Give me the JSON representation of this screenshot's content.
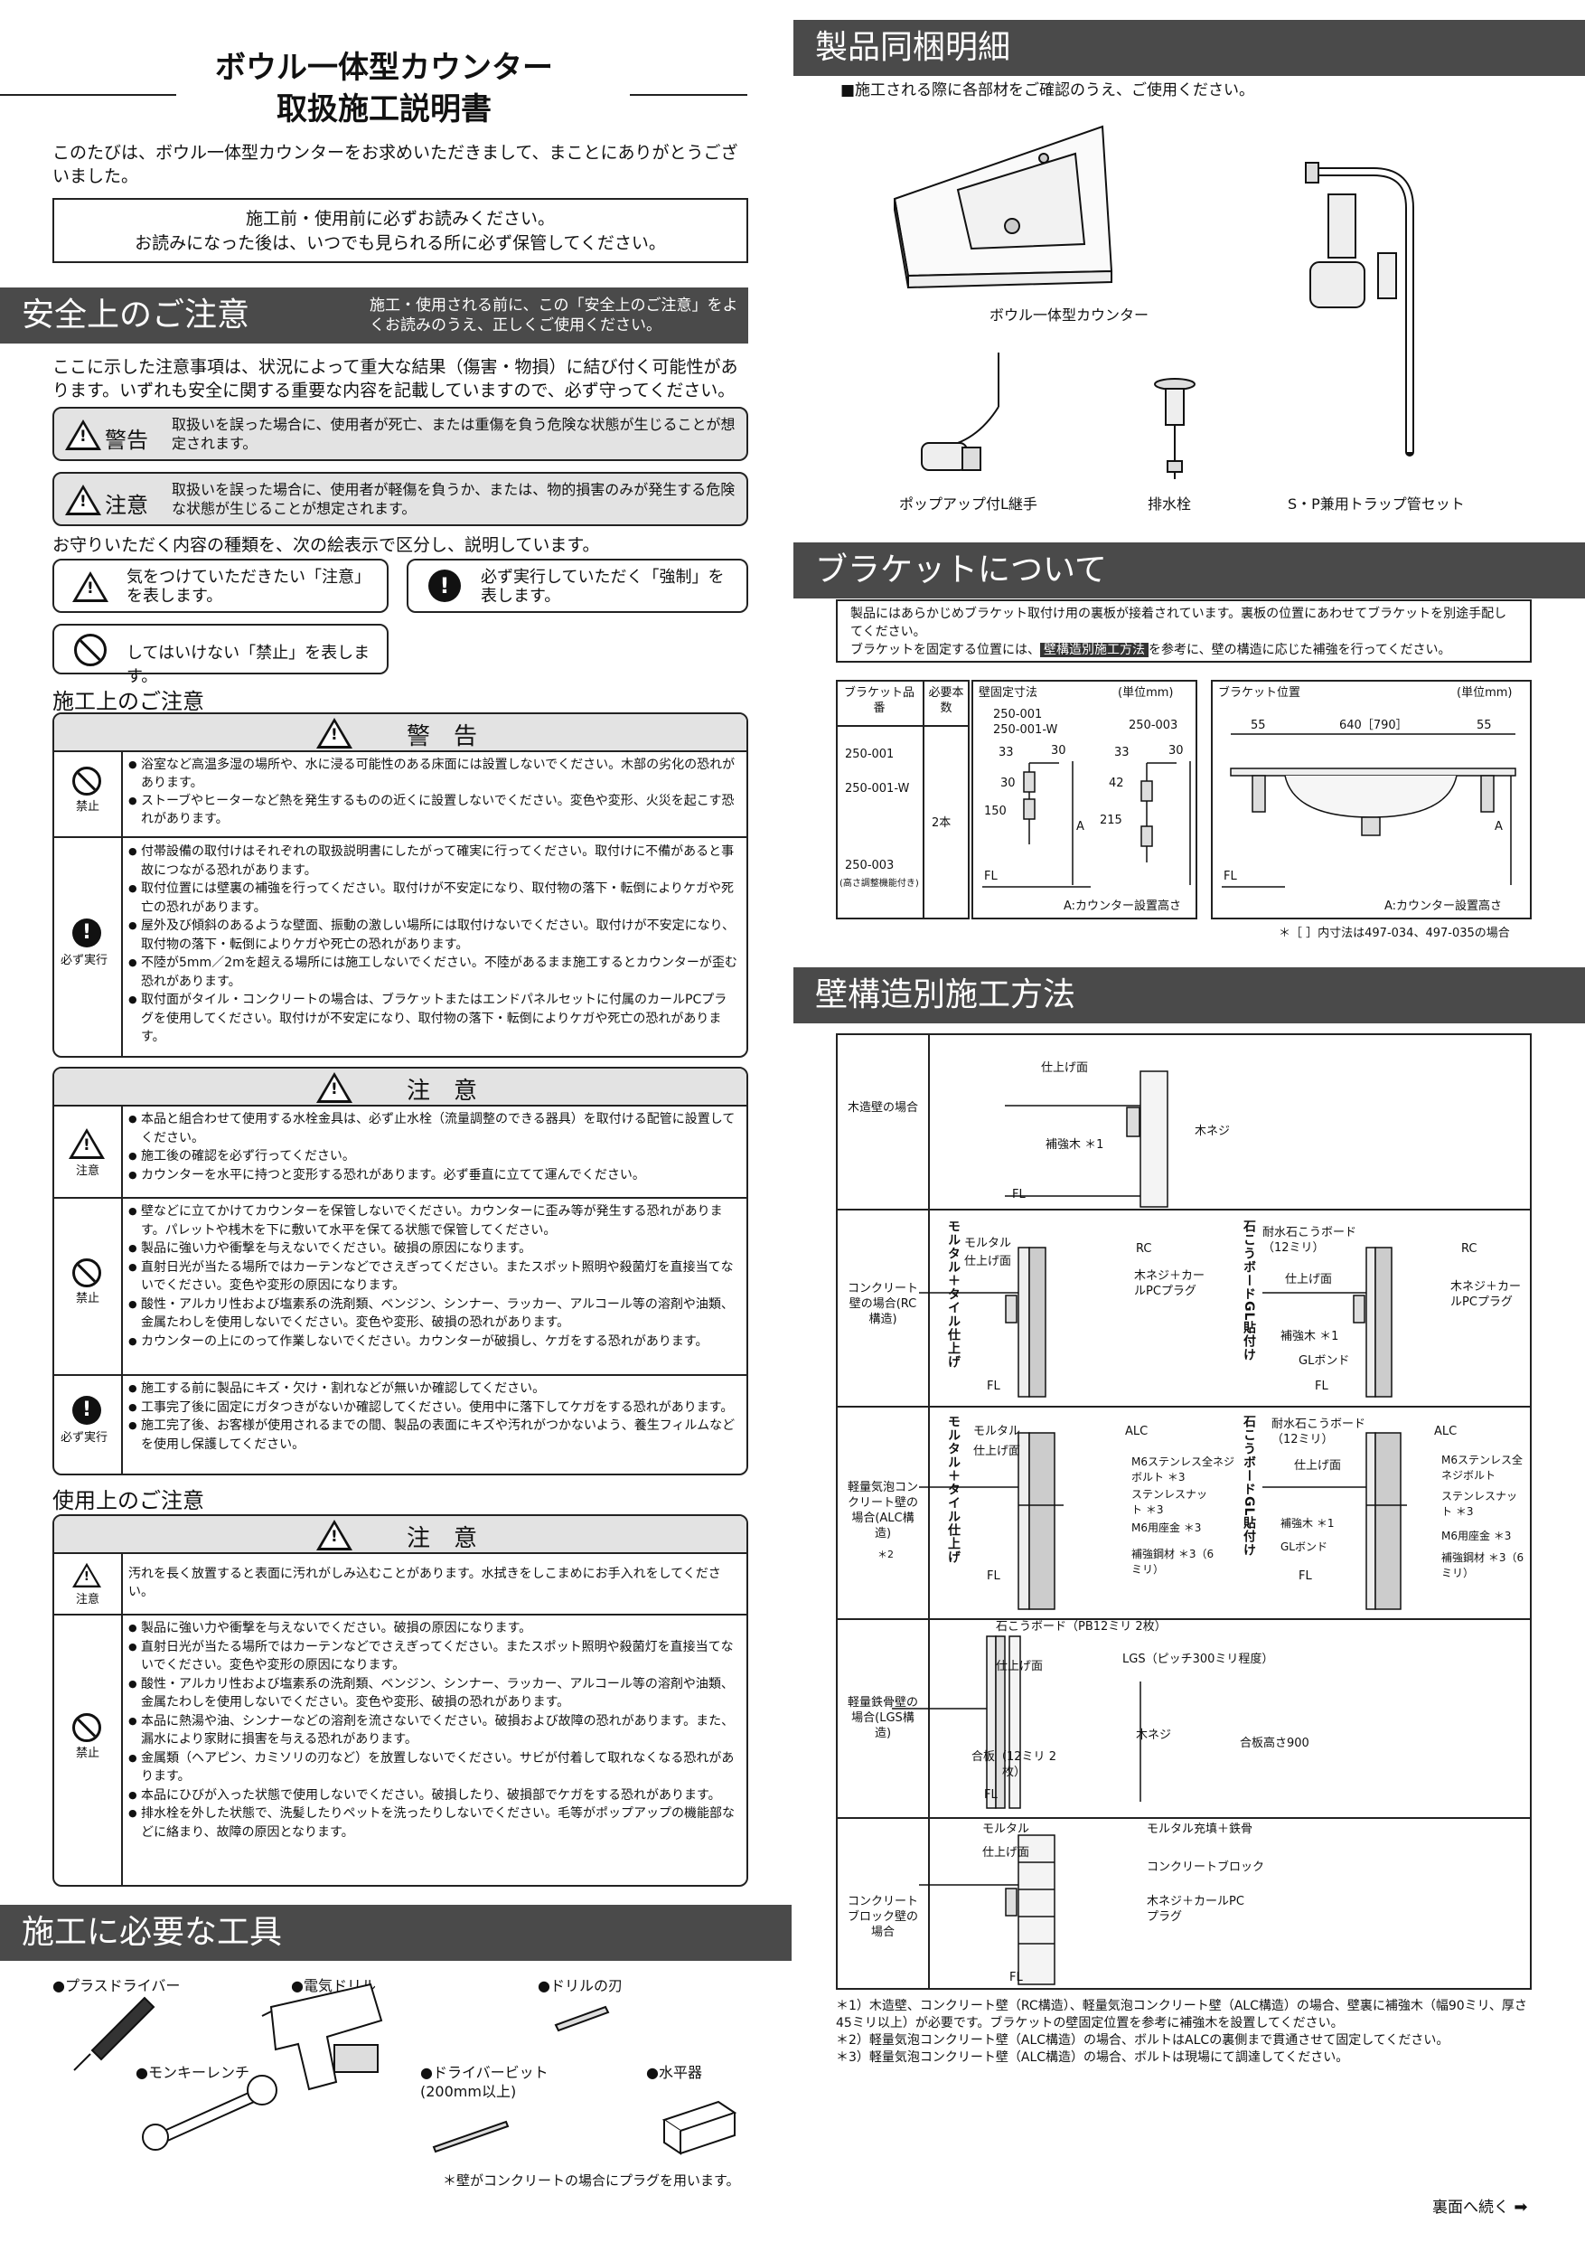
{
  "title": {
    "line1": "ボウル一体型カウンター",
    "line2": "取扱施工説明書"
  },
  "intro": "このたびは、ボウル一体型カウンターをお求めいただきまして、まことにありがとうございました。",
  "notice": {
    "line1": "施工前・使用前に必ずお読みください。",
    "line2": "お読みになった後は、いつでも見られる所に必ず保管してください。"
  },
  "safety": {
    "heading": "安全上のご注意",
    "sub": "施工・使用される前に、この「安全上のご注意」をよくお読みのうえ、正しくご使用ください。",
    "text": "ここに示した注意事項は、状況によって重大な結果（傷害・物損）に結び付く可能性があります。いずれも安全に関する重要な内容を記載していますので、必ず守ってください。",
    "warning_label": "警告",
    "warning_text": "取扱いを誤った場合に、使用者が死亡、または重傷を負う危険な状態が生じることが想定されます。",
    "caution_label": "注意",
    "caution_text": "取扱いを誤った場合に、使用者が軽傷を負うか、または、物的損害のみが発生する危険な状態が生じることが想定されます。",
    "kinds": "お守りいただく内容の種類を、次の絵表示で区分し、説明しています。",
    "sym_caution": "気をつけていただきたい「注意」を表します。",
    "sym_mandatory": "必ず実行していただく「強制」を表します。",
    "sym_prohibited": "してはいけない「禁止」を表します。"
  },
  "construction": {
    "heading": "施工上のご注意",
    "warning_title": "警　告",
    "prohibited": "禁止",
    "mandatory": "必ず実行",
    "caution_small": "注意",
    "w1": [
      "浴室など高温多湿の場所や、水に浸る可能性のある床面には設置しないでください。木部の劣化の恐れがあります。",
      "ストーブやヒーターなど熱を発生するものの近くに設置しないでください。変色や変形、火災を起こす恐れがあります。"
    ],
    "w2": [
      "付帯設備の取付けはそれぞれの取扱説明書にしたがって確実に行ってください。取付けに不備があると事故につながる恐れがあります。",
      "取付位置には壁裏の補強を行ってください。取付けが不安定になり、取付物の落下・転倒によりケガや死亡の恐れがあります。",
      "屋外及び傾斜のあるような壁面、振動の激しい場所には取付けないでください。取付けが不安定になり、取付物の落下・転倒によりケガや死亡の恐れがあります。",
      "不陸が5mm／2mを超える場所には施工しないでください。不陸があるまま施工するとカウンターが歪む恐れがあります。",
      "取付面がタイル・コンクリートの場合は、ブラケットまたはエンドパネルセットに付属のカールPCプラグを使用してください。取付けが不安定になり、取付物の落下・転倒によりケガや死亡の恐れがあります。"
    ],
    "caution_title": "注　意",
    "c1": [
      "本品と組合わせて使用する水栓金具は、必ず止水栓（流量調整のできる器具）を取付ける配管に設置してください。",
      "施工後の確認を必ず行ってください。",
      "カウンターを水平に持つと変形する恐れがあります。必ず垂直に立てて運んでください。"
    ],
    "c2": [
      "壁などに立てかけてカウンターを保管しないでください。カウンターに歪み等が発生する恐れがあります。パレットや桟木を下に敷いて水平を保てる状態で保管してください。",
      "製品に強い力や衝撃を与えないでください。破損の原因になります。",
      "直射日光が当たる場所ではカーテンなどでさえぎってください。またスポット照明や殺菌灯を直接当てないでください。変色や変形の原因になります。",
      "酸性・アルカリ性および塩素系の洗剤類、ベンジン、シンナー、ラッカー、アルコール等の溶剤や油類、金属たわしを使用しないでください。変色や変形、破損の恐れがあります。",
      "カウンターの上にのって作業しないでください。カウンターが破損し、ケガをする恐れがあります。"
    ],
    "c3": [
      "施工する前に製品にキズ・欠け・割れなどが無いか確認してください。",
      "工事完了後に固定にガタつきがないか確認してください。使用中に落下してケガをする恐れがあります。",
      "施工完了後、お客様が使用されるまでの間、製品の表面にキズや汚れがつかないよう、養生フィルムなどを使用し保護してください。"
    ]
  },
  "usage": {
    "heading": "使用上のご注意",
    "caution_title": "注　意",
    "u1": "汚れを長く放置すると表面に汚れがしみ込むことがあります。水拭きをしこまめにお手入れをしてください。",
    "u2": [
      "製品に強い力や衝撃を与えないでください。破損の原因になります。",
      "直射日光が当たる場所ではカーテンなどでさえぎってください。またスポット照明や殺菌灯を直接当てないでください。変色や変形の原因になります。",
      "酸性・アルカリ性および塩素系の洗剤類、ベンジン、シンナー、ラッカー、アルコール等の溶剤や油類、金属たわしを使用しないでください。変色や変形、破損の恐れがあります。",
      "本品に熱湯や油、シンナーなどの溶剤を流さないでください。破損および故障の恐れがあります。また、漏水により家財に損害を与える恐れがあります。",
      "金属類（ヘアピン、カミソリの刃など）を放置しないでください。サビが付着して取れなくなる恐れがあります。",
      "本品にひびが入った状態で使用しないでください。破損したり、破損部でケガをする恐れがあります。",
      "排水栓を外した状態で、洗髪したりペットを洗ったりしないでください。毛等がポップアップの機能部などに絡まり、故障の原因となります。"
    ]
  },
  "tools": {
    "heading": "施工に必要な工具",
    "items": [
      "プラスドライバー",
      "電気ドリル",
      "ドリルの刃",
      "モンキーレンチ",
      "ドライバービット",
      "水平器"
    ],
    "bit_note": "(200mm以上)",
    "footnote": "＊壁がコンクリートの場合にプラグを用います。"
  },
  "contents": {
    "heading": "製品同梱明細",
    "note": "■施工される際に各部材をご確認のうえ、ご使用ください。",
    "items": [
      "ボウル一体型カウンター",
      "ポップアップ付L継手",
      "排水栓",
      "S・P兼用トラップ管セット"
    ]
  },
  "bracket": {
    "heading": "ブラケットについて",
    "note1": "製品にはあらかじめブラケット取付け用の裏板が接着されています。裏板の位置にあわせてブラケットを別途手配してください。",
    "note2a": "ブラケットを固定する位置には、",
    "note2tag": "壁構造別施工方法",
    "note2b": "を参考に、壁の構造に応じた補強を行ってください。",
    "h_bracket": "ブラケット品番",
    "h_qty": "必要本数",
    "h_fix": "壁固定寸法",
    "unit": "(単位mm)",
    "h_pos": "ブラケット位置",
    "models": [
      "250-001",
      "250-001-W",
      "250-003"
    ],
    "model3_note": "(高さ調整機能付き)",
    "qty": "2本",
    "col1": "250-001\n250-001-W",
    "col2": "250-003",
    "dims1": [
      "33",
      "30",
      "30",
      "150"
    ],
    "dims2": [
      "33",
      "30",
      "42",
      "215"
    ],
    "A": "A",
    "FL": "FL",
    "a_label": "A:カウンター設置高さ",
    "pos_dims": [
      "55",
      "640［790］",
      "55"
    ],
    "footnote": "＊［ ］内寸法は497-034、497-035の場合"
  },
  "walls": {
    "heading": "壁構造別施工方法",
    "rows": [
      "木造壁の場合",
      "コンクリート壁の場合(RC構造)",
      "軽量気泡コンクリート壁の場合(ALC構造)",
      "軽量鉄骨壁の場合(LGS構造)",
      "コンクリートブロック壁の場合"
    ],
    "alc_mark": "＊2",
    "wood": {
      "finish": "仕上げ面",
      "screw": "木ネジ",
      "reinf": "補強木 ＊1",
      "fl": "FL"
    },
    "rc": {
      "vt1": "モルタル＋タイル仕上げ",
      "mortar": "モルタル",
      "finish": "仕上げ面",
      "rc": "RC",
      "screw": "木ネジ＋カールPCプラグ",
      "vt2": "石こうボードGL貼付け",
      "board": "耐水石こうボード（12ミリ）",
      "finish2": "仕上げ面",
      "rc2": "RC",
      "screw2": "木ネジ＋カールPCプラグ",
      "reinf": "補強木 ＊1",
      "gl": "GLボンド",
      "fl": "FL"
    },
    "alc": {
      "vt1": "モルタル＋タイル仕上げ",
      "mortar": "モルタル",
      "finish": "仕上げ面",
      "alc": "ALC",
      "bolt": "M6ステンレス全ネジボルト ＊3",
      "nut": "ステンレスナット ＊3",
      "washer": "M6用座金 ＊3",
      "plate": "補強鋼材 ＊3（6ミリ）",
      "vt2": "石こうボードGL貼付け",
      "board": "耐水石こうボード（12ミリ）",
      "finish2": "仕上げ面",
      "alc2": "ALC",
      "bolt2": "M6ステンレス全ネジボルト",
      "nut2": "ステンレスナット ＊3",
      "reinf": "補強木 ＊1",
      "washer2": "M6用座金 ＊3",
      "gl": "GLボンド",
      "plate2": "補強鋼材 ＊3（6ミリ）",
      "fl": "FL"
    },
    "lgs": {
      "board": "石こうボード（PB12ミリ 2枚）",
      "finish": "仕上げ面",
      "lgs": "LGS（ピッチ300ミリ程度）",
      "screw": "木ネジ",
      "ply": "合板（12ミリ 2枚）",
      "plyh": "合板高さ900",
      "fl": "FL"
    },
    "block": {
      "mortar": "モルタル",
      "finish": "仕上げ面",
      "fill": "モルタル充填＋鉄骨",
      "block": "コンクリートブロック",
      "screw": "木ネジ＋カールPCプラグ",
      "fl": "FL"
    },
    "notes": [
      "＊1）木造壁、コンクリート壁（RC構造）、軽量気泡コンクリート壁（ALC構造）の場合、壁裏に補強木（幅90ミリ、厚さ45ミリ以上）が必要です。ブラケットの壁固定位置を参考に補強木を設置してください。",
      "＊2）軽量気泡コンクリート壁（ALC構造）の場合、ボルトはALCの裏側まで貫通させて固定してください。",
      "＊3）軽量気泡コンクリート壁（ALC構造）の場合、ボルトは現場にて調達してください。"
    ]
  },
  "footer": "裏面へ続く"
}
